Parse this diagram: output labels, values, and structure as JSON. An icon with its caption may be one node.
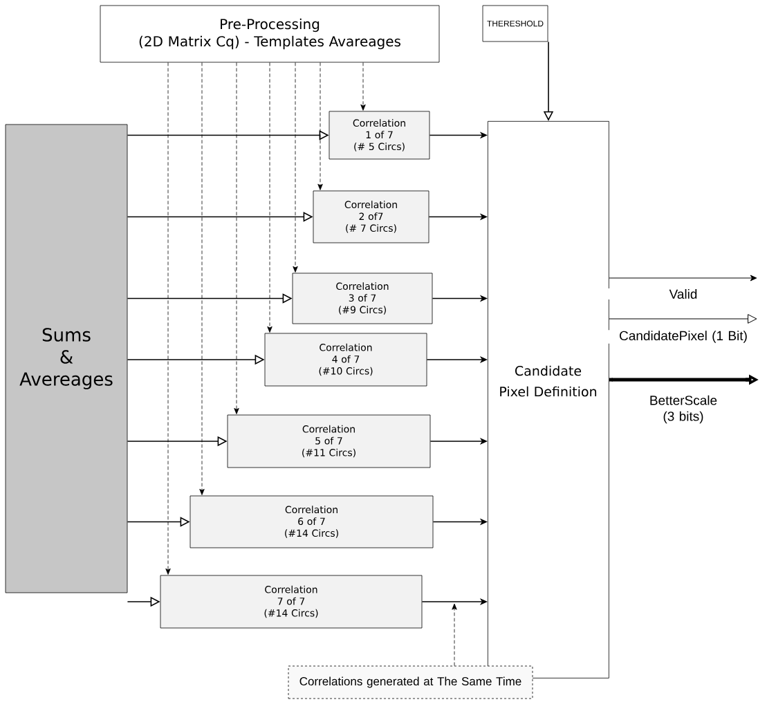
{
  "diagram": {
    "nodes": [
      {
        "text": [
          "Pre-Processing",
          "(2D Matrix Cq) - Templates Avareages"
        ]
      },
      {
        "text": [
          "THERESHOLD"
        ]
      },
      {
        "text": [
          "Sums & Avereages"
        ]
      },
      {
        "text": [
          "Correlation",
          "1 of 7",
          "(# 5 Circs)"
        ]
      },
      {
        "text": [
          "Correlation",
          "2 of7",
          "(# 7 Circs)"
        ]
      },
      {
        "text": [
          "Correlation",
          "3 of 7",
          "(#9 Circs)"
        ]
      },
      {
        "text": [
          "Correlation",
          "4 of 7",
          "(#10 Circs)"
        ]
      },
      {
        "text": [
          "Correlation",
          "5 of 7",
          "(#11 Circs)"
        ]
      },
      {
        "text": [
          "Correlation",
          "6 of 7",
          "(#14 Circs)"
        ]
      },
      {
        "text": [
          "Correlation",
          "7 of 7",
          "(#14 Circs)"
        ]
      },
      {
        "text": [
          "Candidate Pixel Definition"
        ]
      },
      {
        "text": [
          "Correlations generated at The Same Time"
        ]
      }
    ],
    "edges": [
      {
        "from": 2,
        "to": 3,
        "arrow": "to"
      },
      {
        "from": 2,
        "to": 4,
        "arrow": "to"
      },
      {
        "from": 2,
        "to": 5,
        "arrow": "to"
      },
      {
        "from": 2,
        "to": 6,
        "arrow": "to"
      },
      {
        "from": 2,
        "to": 7,
        "arrow": "to"
      },
      {
        "from": 2,
        "to": 8,
        "arrow": "to"
      },
      {
        "from": 2,
        "to": 9,
        "arrow": "to"
      },
      {
        "from": 0,
        "to": 3,
        "arrow": "to",
        "style": "dashed"
      },
      {
        "from": 0,
        "to": 4,
        "arrow": "to",
        "style": "dashed"
      },
      {
        "from": 0,
        "to": 5,
        "arrow": "to",
        "style": "dashed"
      },
      {
        "from": 0,
        "to": 6,
        "arrow": "to",
        "style": "dashed"
      },
      {
        "from": 0,
        "to": 7,
        "arrow": "to",
        "style": "dashed"
      },
      {
        "from": 0,
        "to": 8,
        "arrow": "to",
        "style": "dashed"
      },
      {
        "from": 0,
        "to": 9,
        "arrow": "to",
        "style": "dashed"
      },
      {
        "from": 3,
        "to": 10,
        "arrow": "to"
      },
      {
        "from": 4,
        "to": 10,
        "arrow": "to"
      },
      {
        "from": 5,
        "to": 10,
        "arrow": "to"
      },
      {
        "from": 6,
        "to": 10,
        "arrow": "to"
      },
      {
        "from": 7,
        "to": 10,
        "arrow": "to"
      },
      {
        "from": 8,
        "to": 10,
        "arrow": "to"
      },
      {
        "from": 9,
        "to": 10,
        "arrow": "to"
      },
      {
        "from": 1,
        "to": 10,
        "arrow": "to"
      },
      {
        "from": 10,
        "to": null,
        "arrow": "to",
        "label": "Valid"
      },
      {
        "from": 10,
        "to": null,
        "arrow": "to",
        "label": "CandidatePixel (1 Bit)"
      },
      {
        "from": 10,
        "to": null,
        "arrow": "to",
        "label": "BetterScale (3 bits)",
        "style": "thick"
      },
      {
        "from": 11,
        "to": null,
        "arrow": "to",
        "style": "dashed"
      }
    ]
  }
}
